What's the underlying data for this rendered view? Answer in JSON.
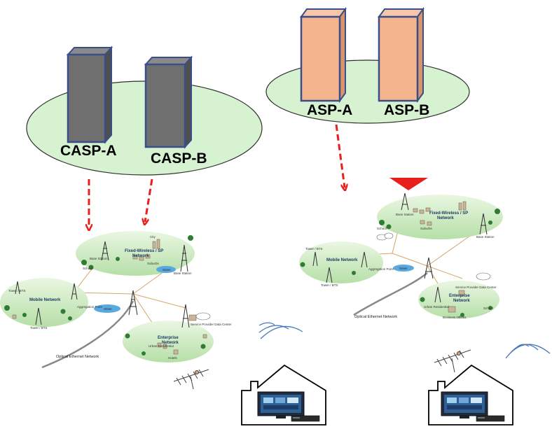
{
  "groups": {
    "casp": {
      "server_a": "CASP-A",
      "server_b": "CASP-B"
    },
    "asp": {
      "server_a": "ASP-A",
      "server_b": "ASP-B"
    }
  },
  "network_left": {
    "fixed": "Fixed-Wireless / SP",
    "fixed2": "Network",
    "mobile": "Mobile Network",
    "enterprise": "Enterprise",
    "enterprise2": "Network",
    "optical": "Optical Ethernet Network",
    "water": "Water",
    "water2": "Water",
    "aggregation": "Aggregation Point",
    "base_station": "Base Station",
    "tower_bts": "Tower / BTS",
    "suburbs": "Suburbs",
    "school": "School",
    "city": "City",
    "service_data": "Service Provider Data Center",
    "urban": "Urban Residential",
    "hotels": "Hotels"
  },
  "network_right": {
    "fixed": "Fixed-Wireless / SP",
    "fixed2": "Network",
    "mobile": "Mobile Network",
    "enterprise": "Enterprise",
    "enterprise2": "Network",
    "optical": "Optical Ethernet Network",
    "water": "Water",
    "aggregation": "Aggregation Point",
    "base_station": "Base Station",
    "tower_bts": "Tower / BTS",
    "suburbs": "Suburbs",
    "school": "School",
    "service_data": "Service Provider Data Center",
    "urban": "Urban Residential",
    "business": "Business Offices"
  },
  "colors": {
    "casp_server": "#6f6f6f",
    "asp_server": "#f3b48e",
    "server_outline": "#3a4f8a",
    "cloud_fill": "#d7f2d0",
    "cloud_stroke": "#2f2f2f",
    "arrow": "#e8201d",
    "wave": "#4a78b8"
  }
}
